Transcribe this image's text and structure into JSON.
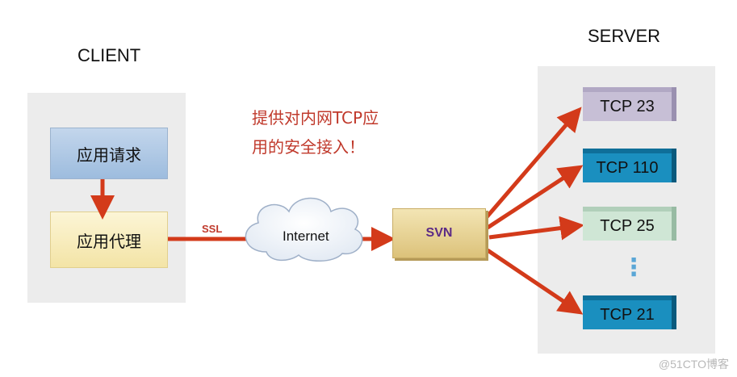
{
  "labels": {
    "client": "CLIENT",
    "server": "SERVER",
    "note_line1": "提供对内网TCP应",
    "note_line2": "用的安全接入！",
    "ssl": "SSL",
    "internet": "Internet",
    "svn": "SVN"
  },
  "client_boxes": {
    "request": "应用请求",
    "proxy": "应用代理"
  },
  "servers": [
    {
      "label": "TCP  23",
      "color": "#c7bfd6"
    },
    {
      "label": "TCP 110",
      "color": "#1a8fbf"
    },
    {
      "label": "TCP 25",
      "color": "#cfe6d5"
    },
    {
      "label": "TCP 21",
      "color": "#1a8fbf"
    }
  ],
  "ellipsis": "⋮",
  "watermark": "@51CTO博客",
  "colors": {
    "arrow": "#d33a1a",
    "panel": "#ececec",
    "request_box": "#a9c4e3",
    "proxy_box": "#f8eebf",
    "svn_box": "#e9d497"
  }
}
